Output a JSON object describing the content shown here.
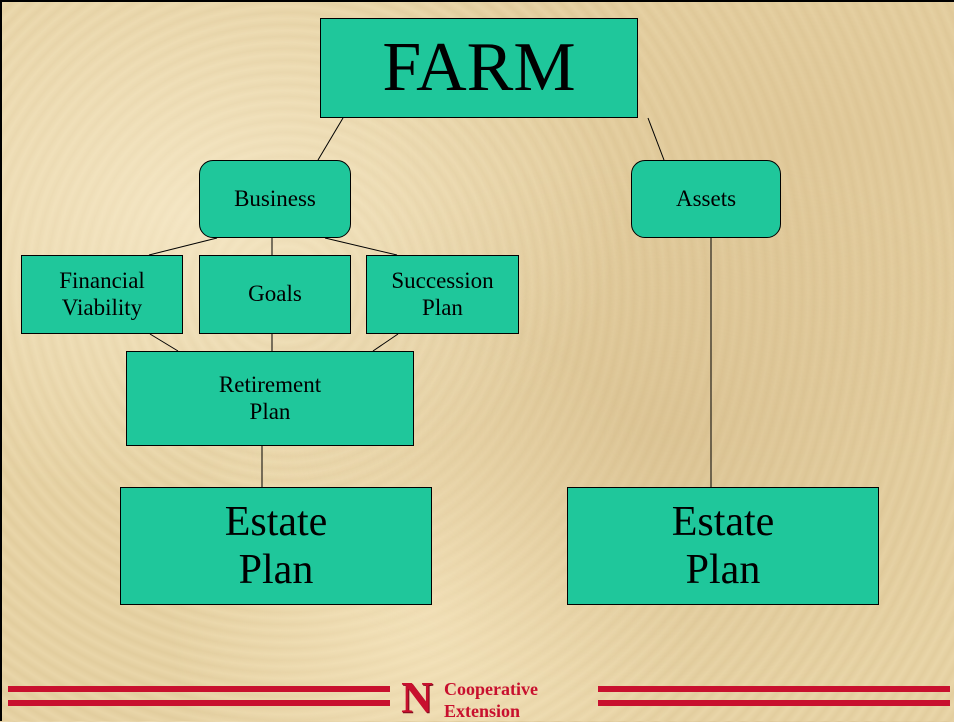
{
  "diagram": {
    "root": "FARM",
    "business": "Business",
    "assets": "Assets",
    "financial_viability": "Financial\nViability",
    "goals": "Goals",
    "succession_plan": "Succession\nPlan",
    "retirement_plan": "Retirement\nPlan",
    "estate_plan_left": "Estate\nPlan",
    "estate_plan_right": "Estate\nPlan"
  },
  "footer": {
    "logo_text_line1": "Cooperative",
    "logo_text_line2": "Extension"
  },
  "colors": {
    "node_fill": "#1fc79b",
    "footer_red": "#c8102e",
    "background": "#e6d2a4"
  }
}
